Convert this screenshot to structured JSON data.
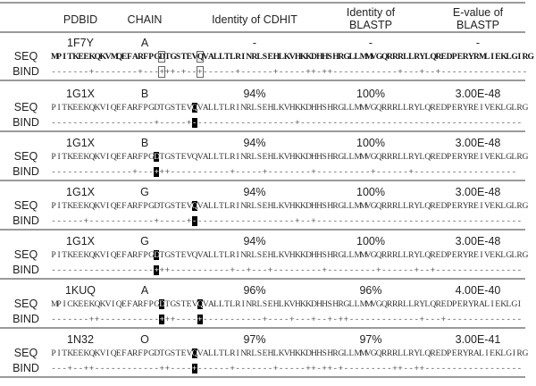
{
  "header": {
    "pdbid": "PDBID",
    "chain": "CHAIN",
    "identity_cdhit": "Identity of CDHIT",
    "identity_blastp_line1": "Identity of",
    "identity_blastp_line2": "BLASTP",
    "evalue_blastp_line1": "E-value of",
    "evalue_blastp_line2": "BLASTP"
  },
  "labels": {
    "seq": "SEQ",
    "bind": "BIND"
  },
  "rows": [
    {
      "pdbid": "1F7Y",
      "chain": "A",
      "identity_cdhit": "-",
      "identity_blastp": "-",
      "evalue_blastp": "-",
      "seq": "MPITKEEKQKVMQEFARFPGDTGSTEVQVALLTLRINRLSEHLKVHKKDHHSHRGLLMMVGQRRRLLRYLQREDPERYRMLIEKLGIRG",
      "bind": "-------+--------+---+++-+--+------+------+-----++-++------------+---+--+----------------",
      "style": "reference",
      "marked": [
        20,
        27
      ]
    },
    {
      "pdbid": "1G1X",
      "chain": "B",
      "identity_cdhit": "94%",
      "identity_blastp": "100%",
      "evalue_blastp": "3.00E-48",
      "seq": "PITKEEKQKVIQEFARFPGDTGSTEVQVALLTLRINRLSEHLKVHKKDHHSHRGLLMMVGQRRRLLRYLQREDPERYREIVEKLGLRG",
      "bind": "-------------------+-----+-------------------+-----------------------------------------",
      "style": "highlight",
      "marked": [
        26
      ]
    },
    {
      "pdbid": "1G1X",
      "chain": "B",
      "identity_cdhit": "94%",
      "identity_blastp": "100%",
      "evalue_blastp": "3.00E-48",
      "seq": "PITKEEKQKVIQEFARFPGDTGSTEVQVALLTLRINRLSEHLKVHKKDHHSHRGLLMMVGQRRRLLRYLQREDPERYREIVEKLGLRG",
      "bind": "---------------+---+++-----------+-----+--------+----------+------+-------------------",
      "style": "highlight",
      "marked": [
        19
      ]
    },
    {
      "pdbid": "1G1X",
      "chain": "G",
      "identity_cdhit": "94%",
      "identity_blastp": "100%",
      "evalue_blastp": "3.00E-48",
      "seq": "PITKEEKQKVIQEFARFPGDTGSTEVQVALLTLRINRLSEHLKVHKKDHHSHRGLLMMVGQRRRLLRYLQREDPERYREIVEKLGLRG",
      "bind": "------+------------+-----+-------------------+--+--------------------------------------",
      "style": "highlight",
      "marked": [
        26
      ]
    },
    {
      "pdbid": "1G1X",
      "chain": "G",
      "identity_cdhit": "94%",
      "identity_blastp": "100%",
      "evalue_blastp": "3.00E-48",
      "seq": "PITKEEKQKVIQEFARFPGDTGSTEVQVALLTLRINRLSEHLKVHKKDHHSHRGLLMMVGQRRRLLRYLQREDPERYREIVEKLGLRG",
      "bind": "-------------------+++-----------+--+---+---------+---------+------+--+----------------",
      "style": "highlight",
      "marked": [
        19
      ]
    },
    {
      "pdbid": "1KUQ",
      "chain": "A",
      "identity_cdhit": "96%",
      "identity_blastp": "96%",
      "evalue_blastp": "4.00E-40",
      "seq": "MPICKEEKQKVIQEFARFPGDTGSTEVQVALLTLRINRLSEHLKVHKKDHHSHRGLLMMVGQRRRLLRYLQREDPERYRALIEKLGI",
      "bind": "-------++-----------+++----+-----------+----+---+--+-++-------------+---+--------------",
      "style": "highlight",
      "marked": [
        20,
        27
      ]
    },
    {
      "pdbid": "1N32",
      "chain": "O",
      "identity_cdhit": "97%",
      "identity_blastp": "97%",
      "evalue_blastp": "3.00E-41",
      "seq": "PITKEEKQKVIQEFARFPGDTGSTEVQVALLTLRINRLSEHLKVHKKDHHSHRGLLMMVGQRRRLLRYLQREDPERYRALIEKLGIRG",
      "bind": "---+--++------------++----+------+-------+-----++-++-+---------++--++------------------",
      "style": "highlight",
      "marked": [
        26
      ]
    }
  ]
}
